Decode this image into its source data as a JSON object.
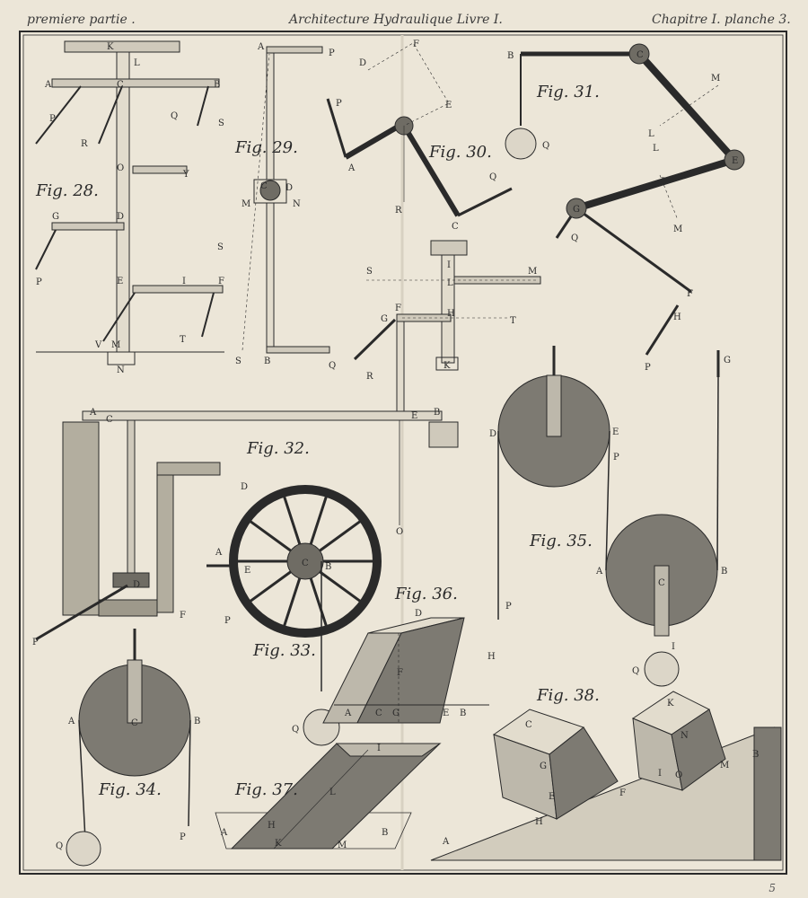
{
  "header": {
    "left": "premiere partie .",
    "center": "Architecture Hydraulique Livre I.",
    "right": "Chapitre I. planche 3."
  },
  "page_number": "5",
  "figures": {
    "fig28": "Fig. 28.",
    "fig29": "Fig. 29.",
    "fig30": "Fig. 30.",
    "fig31": "Fig. 31.",
    "fig32": "Fig. 32.",
    "fig33": "Fig. 33.",
    "fig34": "Fig. 34.",
    "fig35": "Fig. 35.",
    "fig36": "Fig. 36.",
    "fig37": "Fig. 37.",
    "fig38": "Fig. 38."
  },
  "letters": {
    "A": "A",
    "B": "B",
    "C": "C",
    "D": "D",
    "E": "E",
    "F": "F",
    "G": "G",
    "H": "H",
    "I": "I",
    "K": "K",
    "L": "L",
    "M": "M",
    "N": "N",
    "O": "O",
    "P": "P",
    "Q": "Q",
    "R": "R",
    "S": "S",
    "T": "T",
    "V": "V",
    "Y": "Y"
  },
  "colors": {
    "paper": "#ece6d8",
    "ink": "#2a2a2a",
    "shade": "#7d7a72",
    "light": "#bdb8ab"
  }
}
